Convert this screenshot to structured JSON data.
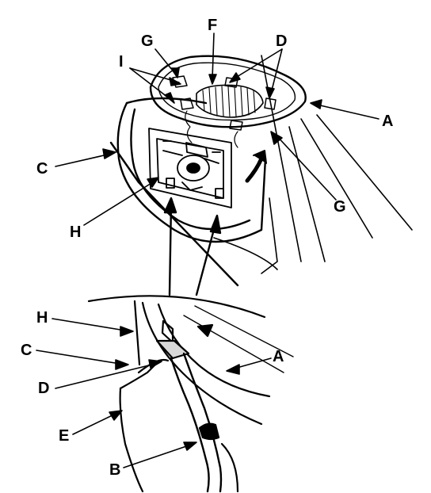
{
  "labels": {
    "F": "F",
    "G_top": "G",
    "D_top": "D",
    "I": "I",
    "A_top": "A",
    "C_top": "C",
    "G_right": "G",
    "H_top": "H",
    "H_bottom": "H",
    "C_bottom": "C",
    "A_bottom": "A",
    "D_bottom": "D",
    "E": "E",
    "B": "B"
  }
}
